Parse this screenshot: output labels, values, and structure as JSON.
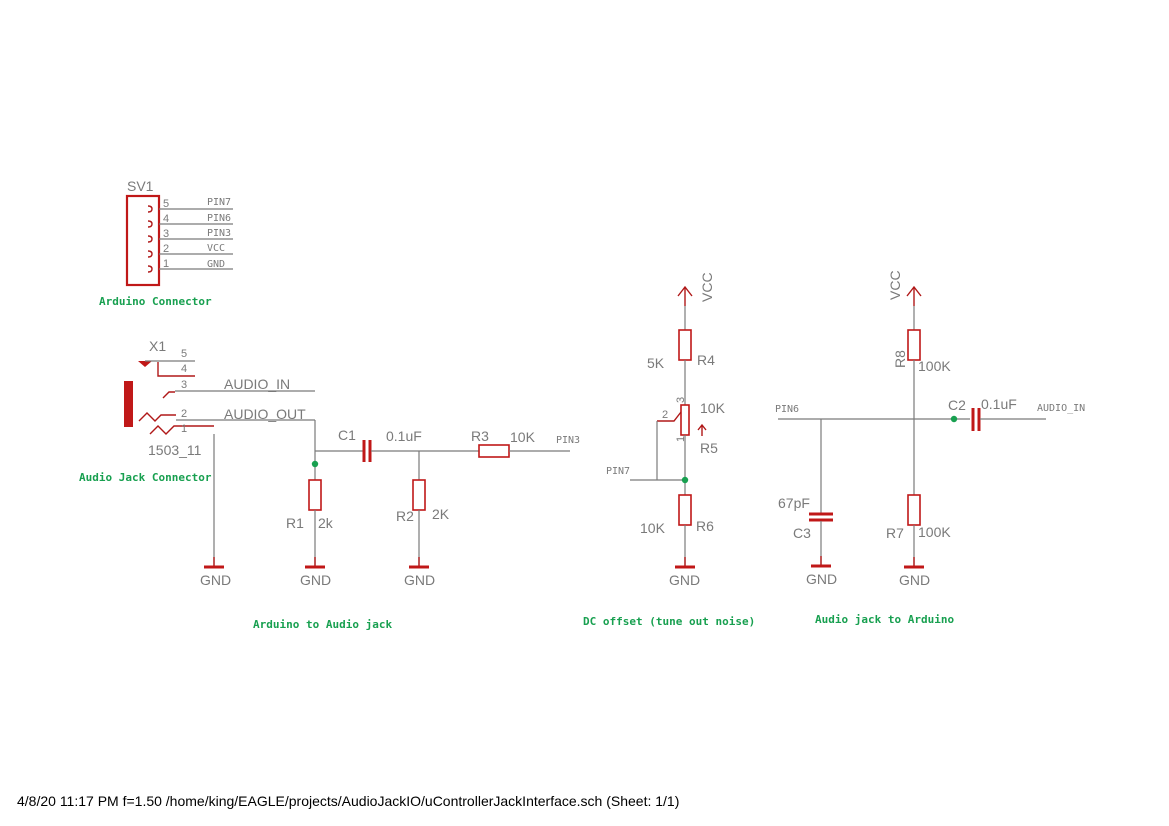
{
  "sections": {
    "arduino_connector": "Arduino Connector",
    "audio_jack_connector": "Audio Jack Connector",
    "arduino_to_audio_jack": "Arduino to Audio jack",
    "dc_offset": "DC offset (tune out noise)",
    "audio_jack_to_arduino": "Audio jack to Arduino"
  },
  "sv1": {
    "name": "SV1",
    "pins": [
      {
        "num": "5",
        "net": "PIN7"
      },
      {
        "num": "4",
        "net": "PIN6"
      },
      {
        "num": "3",
        "net": "PIN3"
      },
      {
        "num": "2",
        "net": "VCC"
      },
      {
        "num": "1",
        "net": "GND"
      }
    ]
  },
  "x1": {
    "name": "X1",
    "value": "1503_11",
    "pins": [
      "5",
      "4",
      "3",
      "2",
      "1"
    ],
    "net_audio_in": "AUDIO_IN",
    "net_audio_out": "AUDIO_OUT"
  },
  "parts": {
    "C1": {
      "name": "C1",
      "value": "0.1uF"
    },
    "R1": {
      "name": "R1",
      "value": "2k"
    },
    "R2": {
      "name": "R2",
      "value": "2K"
    },
    "R3": {
      "name": "R3",
      "value": "10K"
    },
    "R4": {
      "name": "R4",
      "value": "5K"
    },
    "R5": {
      "name": "R5",
      "value": "10K",
      "pin1": "1",
      "pin2": "2",
      "pin3": "3"
    },
    "R6": {
      "name": "R6",
      "value": "10K"
    },
    "R7": {
      "name": "R7",
      "value": "100K"
    },
    "R8": {
      "name": "R8",
      "value": "100K"
    },
    "C2": {
      "name": "C2",
      "value": "0.1uF"
    },
    "C3": {
      "name": "C3",
      "value": "67pF"
    }
  },
  "nets": {
    "gnd": "GND",
    "vcc": "VCC",
    "pin3": "PIN3",
    "pin6": "PIN6",
    "pin7": "PIN7",
    "audio_in": "AUDIO_IN"
  },
  "footer": "4/8/20 11:17 PM  f=1.50  /home/king/EAGLE/projects/AudioJackIO/uControllerJackInterface.sch (Sheet: 1/1)"
}
